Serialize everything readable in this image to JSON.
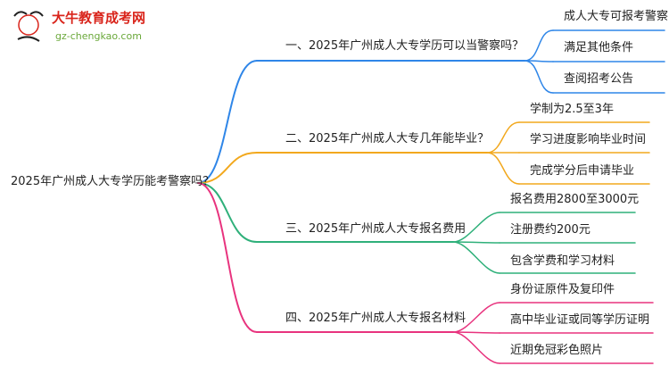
{
  "logo": {
    "name": "大牛教育成考网",
    "url": "gz-chengkao.com",
    "mark_text": "大牛"
  },
  "mindmap": {
    "root": "2025年广州成人大专学历能考警察吗？",
    "branches": [
      {
        "label": "一、2025年广州成人大专学历可以当警察吗？",
        "color": "#2f86e8",
        "children": [
          "成人大专可报考警察",
          "满足其他条件",
          "查阅招考公告"
        ]
      },
      {
        "label": "二、2025年广州成人大专几年能毕业？",
        "color": "#f2a81d",
        "children": [
          "学制为2.5至3年",
          "学习进度影响毕业时间",
          "完成学分后申请毕业"
        ]
      },
      {
        "label": "三、2025年广州成人大专报名费用",
        "color": "#2fb07a",
        "children": [
          "报名费用2800至3000元",
          "注册费约200元",
          "包含学费和学习材料"
        ]
      },
      {
        "label": "四、2025年广州成人大专报名材料",
        "color": "#e8337e",
        "children": [
          "身份证原件及复印件",
          "高中毕业证或同等学历证明",
          "近期免冠彩色照片"
        ]
      }
    ]
  }
}
